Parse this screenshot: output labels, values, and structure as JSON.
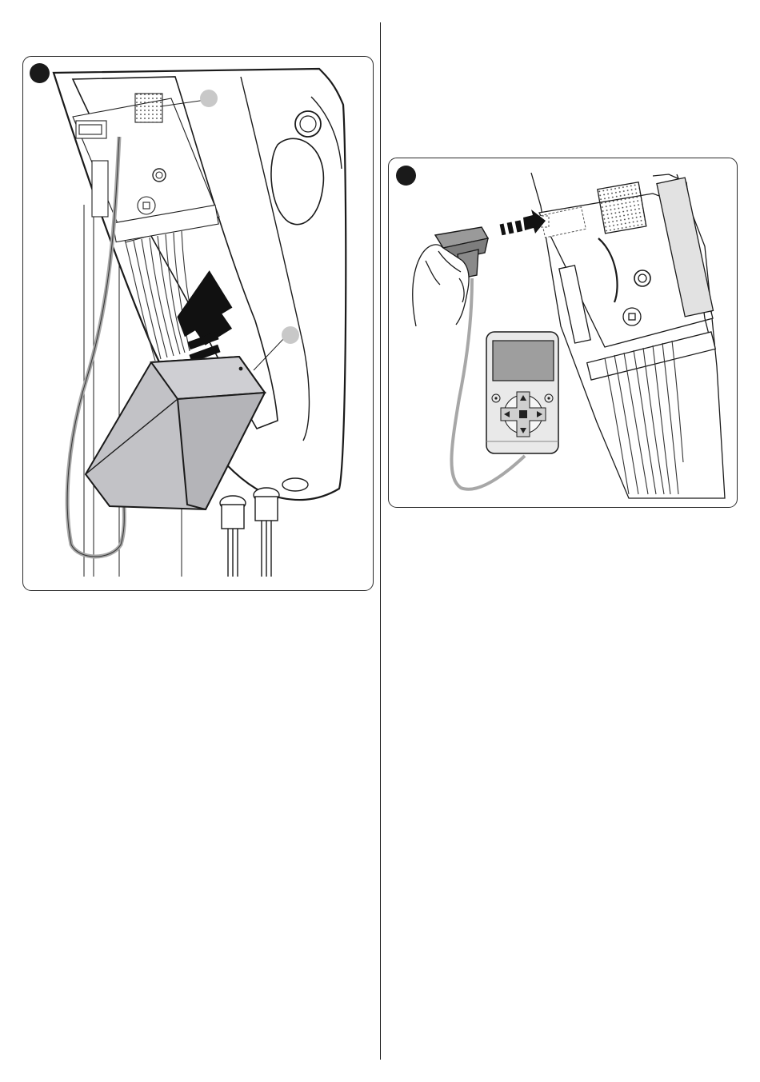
{
  "page": {
    "background": "#ffffff",
    "line_color": "#1a1a1a"
  },
  "figure_left": {
    "badge_color": "#1a1a1a",
    "callout_color": "#c8c8c8",
    "module_color": "#c2c2c6",
    "cable_color": "#a7a7a7",
    "arrow_color": "#111111",
    "icons": [
      "control-unit-housing",
      "plug-in-module",
      "insertion-arrow",
      "cable-glands"
    ]
  },
  "figure_right": {
    "badge_color": "#1a1a1a",
    "programmer_color": "#e9e9e9",
    "screen_color": "#9e9e9e",
    "icons": [
      "hand",
      "connector-plug",
      "insert-arrow",
      "programming-unit",
      "control-board"
    ]
  }
}
